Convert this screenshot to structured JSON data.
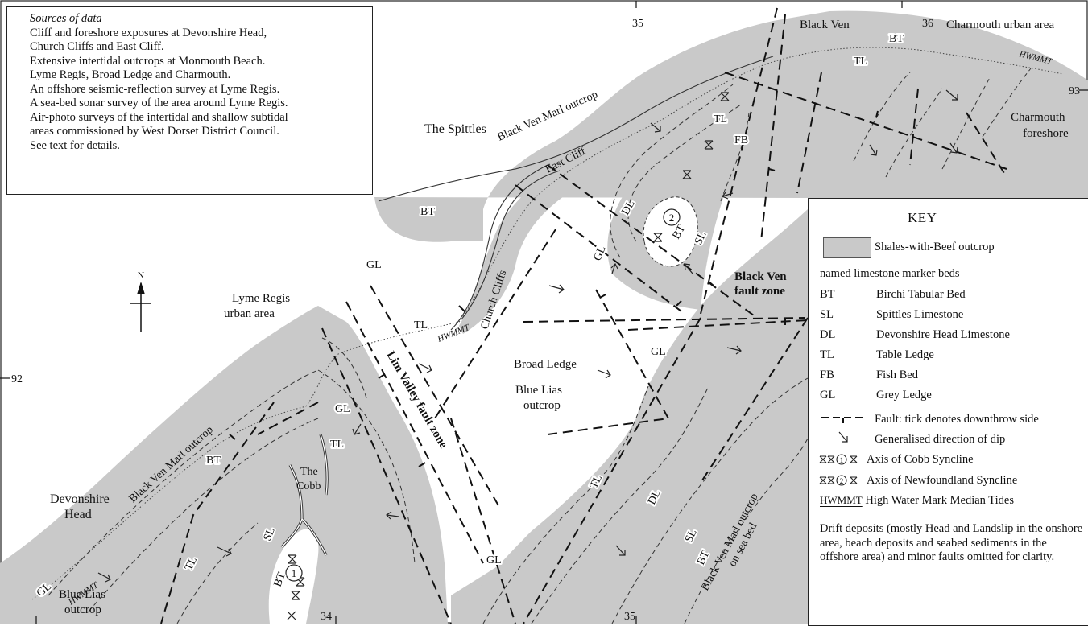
{
  "sources": {
    "title": "Sources of data",
    "lines": [
      "Cliff and foreshore exposures at Devonshire Head,",
      "Church Cliffs and East Cliff.",
      "Extensive intertidal outcrops at Monmouth Beach.",
      "Lyme Regis, Broad Ledge and Charmouth.",
      "An offshore seismic-reflection survey at Lyme Regis.",
      "A sea-bed sonar survey of the area around Lyme Regis.",
      "Air-photo surveys of the intertidal and shallow subtidal",
      "areas commissioned by West Dorset District Council.",
      "See text for details."
    ]
  },
  "key": {
    "title": "KEY",
    "shales": "Shales-with-Beef outcrop",
    "named_beds": "named limestone marker beds",
    "beds": [
      {
        "abbr": "BT",
        "name": "Birchi Tabular Bed"
      },
      {
        "abbr": "SL",
        "name": "Spittles Limestone"
      },
      {
        "abbr": "DL",
        "name": "Devonshire Head Limestone"
      },
      {
        "abbr": "TL",
        "name": "Table Ledge"
      },
      {
        "abbr": "FB",
        "name": "Fish Bed"
      },
      {
        "abbr": "GL",
        "name": "Grey Ledge"
      }
    ],
    "fault": "Fault: tick denotes downthrow side",
    "dip": "Generalised direction of dip",
    "cobb": "Axis of Cobb Syncline",
    "newfoundland": "Axis of Newfoundland Syncline",
    "hwmmt_abbr": "HWMMT",
    "hwmmt": "High Water Mark Median Tides",
    "drift": "Drift deposits (mostly Head and Landslip in the onshore area, beach deposits and seabed sediments in the offshore area) and minor faults omitted for clarity.",
    "syncline_1": "1",
    "syncline_2": "2"
  },
  "grid": {
    "e35": "35",
    "e36": "36",
    "n92": "92",
    "n93": "93",
    "e34": "34",
    "e35b": "35"
  },
  "places": {
    "black_ven": "Black Ven",
    "charmouth_urban": "Charmouth urban area",
    "charmouth_foreshore_1": "Charmouth",
    "charmouth_foreshore_2": "foreshore",
    "spittles": "The Spittles",
    "lyme_1": "Lyme Regis",
    "lyme_2": "urban area",
    "broad_ledge": "Broad Ledge",
    "blue_lias_1": "Blue Lias",
    "blue_lias_2": "outcrop",
    "devonshire_1": "Devonshire",
    "devonshire_2": "Head",
    "blue_lias_sw_1": "Blue Lias",
    "blue_lias_sw_2": "outcrop",
    "cobb_1": "The",
    "cobb_2": "Cobb",
    "black_ven_fault_1": "Black Ven",
    "black_ven_fault_2": "fault zone",
    "lim_valley": "Lim Valley fault zone",
    "church_cliffs": "Church Cliffs",
    "east_cliff": "East Cliff",
    "bvm_north": "Black Ven Marl outcrop",
    "bvm_west": "Black Ven Marl outcrop",
    "bvm_sea_1": "Black Ven Marl outcrop",
    "bvm_sea_2": "on sea bed",
    "north": "N"
  },
  "bed_labels": {
    "BT": "BT",
    "TL": "TL",
    "GL": "GL",
    "SL": "SL",
    "DL": "DL",
    "FB": "FB",
    "HWMMT": "HWMMT"
  }
}
